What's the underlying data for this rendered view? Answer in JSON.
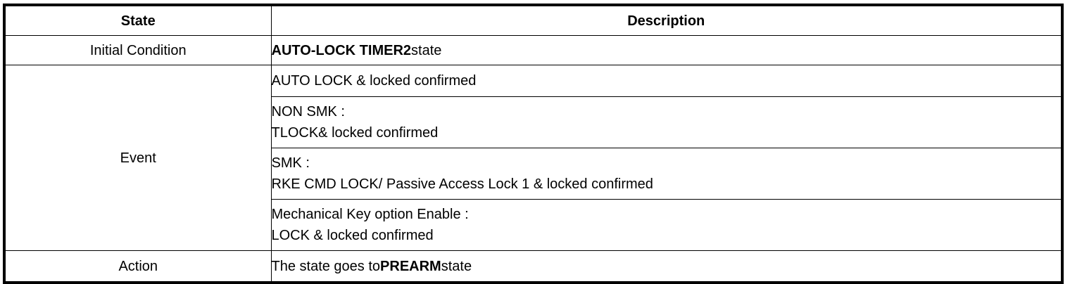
{
  "table": {
    "headers": {
      "state": "State",
      "description": "Description"
    },
    "rows": {
      "initial_condition": {
        "label": "Initial Condition",
        "description_bold": "AUTO-LOCK TIMER2",
        "description_rest": "state"
      },
      "event": {
        "label": "Event",
        "items": [
          {
            "line1": "AUTO LOCK & locked confirmed",
            "line2": ""
          },
          {
            "line1": "NON SMK :",
            "line2": "TLOCK& locked confirmed"
          },
          {
            "line1": "SMK :",
            "line2": "RKE CMD LOCK/ Passive Access Lock 1 & locked confirmed"
          },
          {
            "line1": "Mechanical Key option Enable :",
            "line2": "LOCK & locked confirmed"
          }
        ]
      },
      "action": {
        "label": "Action",
        "description_pre": "The state goes to",
        "description_bold": "PREARM",
        "description_post": "state"
      }
    }
  },
  "colors": {
    "border": "#000000",
    "text": "#000000",
    "background": "#ffffff"
  }
}
